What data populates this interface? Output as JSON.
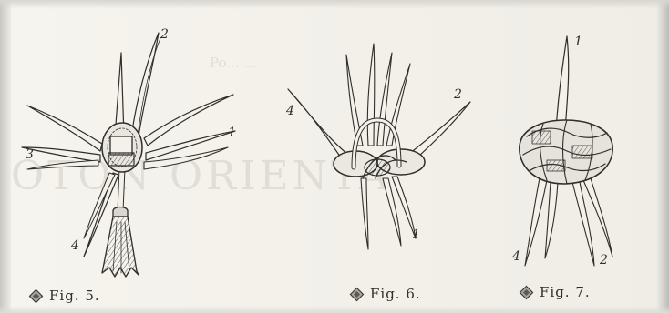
{
  "figures": [
    {
      "caption": "Fig. 5.",
      "strand_labels": [
        "2",
        "1",
        "3",
        "4"
      ]
    },
    {
      "caption": "Fig. 6.",
      "strand_labels": [
        "4",
        "2",
        "1"
      ]
    },
    {
      "caption": "Fig. 7.",
      "strand_labels": [
        "1",
        "4",
        "2"
      ]
    }
  ],
  "show_through_text": {
    "main": "OTON  ORIENTA",
    "top": "Po...  ..."
  },
  "colors": {
    "ink": "#2f2e2b",
    "paper": "#f3f1ea",
    "shadow_text": "#bdbab2"
  },
  "icons": {
    "caption_marker": "diamond-bullet-icon"
  }
}
